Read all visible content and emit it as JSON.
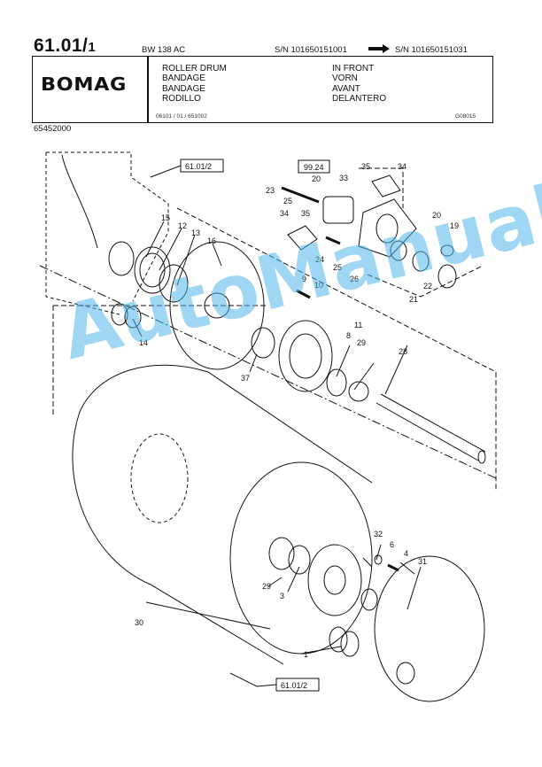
{
  "header": {
    "page_code": "61.01/",
    "page_code_sub": "1",
    "model": "BW 138 AC",
    "sn_from": "S/N 101650151001",
    "sn_to": "S/N 101650151031",
    "brand": "BOMAG",
    "names": [
      "ROLLER DRUM",
      "BANDAGE",
      "BANDAGE",
      "RODILLO"
    ],
    "locations": [
      "IN FRONT",
      "VORN",
      "AVANT",
      "DELANTERO"
    ],
    "footer_left": "06101 / 01 / 651002",
    "footer_right": "G08015",
    "part_number": "65452000"
  },
  "diagram": {
    "ref_boxes": [
      "61.01/2",
      "99.24",
      "61.01/2"
    ],
    "callouts": [
      "1",
      "3",
      "4",
      "6",
      "8",
      "9",
      "10",
      "11",
      "12",
      "13",
      "14",
      "15",
      "16",
      "19",
      "20",
      "20",
      "21",
      "22",
      "23",
      "24",
      "25",
      "25",
      "26",
      "28",
      "29",
      "29",
      "30",
      "31",
      "32",
      "33",
      "34",
      "34",
      "35",
      "35",
      "37"
    ]
  },
  "watermark": "AutoManual"
}
